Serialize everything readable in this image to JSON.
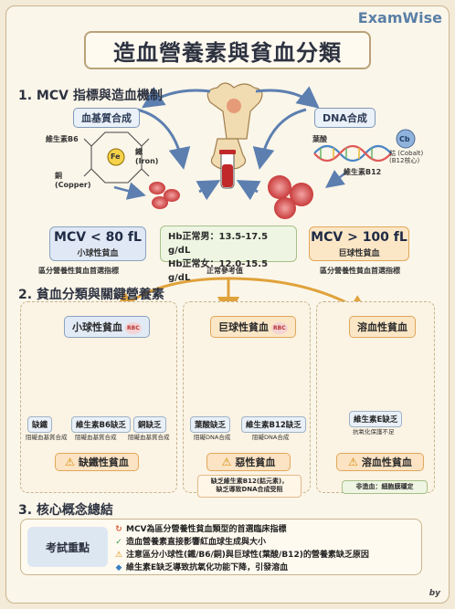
{
  "brand": "ExamWise",
  "title": "造血營養素與貧血分類",
  "section1": {
    "heading": "1. MCV 指標與造血機制",
    "heme_tag": "血基質合成",
    "dna_tag": "DNA合成",
    "vit_b6": "維生素B6",
    "copper": "銅\n(Copper)",
    "iron": "鐵\n(Iron)",
    "fe": "Fe",
    "folate": "葉酸",
    "cobalt": "鈷 (Cobalt)\n(B12核心)",
    "cb": "Cb",
    "vit_b12": "維生素B12",
    "mcv_low": "MCV < 80 fL",
    "mcv_low_sub": "小球性貧血",
    "mcv_low_caption": "區分營養性貧血首選指標",
    "hb_male": "Hb正常男：13.5-17.5 g/dL",
    "hb_female": "Hb正常女：12.0-15.5 g/dL",
    "hb_caption": "正常參考值",
    "mcv_high": "MCV > 100 fL",
    "mcv_high_sub": "巨球性貧血",
    "mcv_high_caption": "區分營養性貧血首選指標"
  },
  "section2": {
    "heading": "2. 貧血分類與關鍵營養素",
    "rbc": "RBC",
    "micro": {
      "label": "小球性貧血",
      "items": [
        {
          "label": "缺鐵",
          "sub": "阻礙血基質合成"
        },
        {
          "label": "維生素B6缺乏",
          "sub": "阻礙血基質合成"
        },
        {
          "label": "銅缺乏",
          "sub": "阻礙血基質合成"
        }
      ],
      "result": "缺鐵性貧血"
    },
    "macro": {
      "label": "巨球性貧血",
      "items": [
        {
          "label": "葉酸缺乏",
          "sub": "阻礙DNA合成"
        },
        {
          "label": "維生素B12缺乏",
          "sub": "阻礙DNA合成"
        }
      ],
      "result": "惡性貧血",
      "note": "缺乏維生素B12(鈷元素)，\n缺乏導致DNA合成受阻"
    },
    "hemo": {
      "label": "溶血性貧血",
      "item": {
        "label": "維生素E缺乏",
        "sub": "抗氧化保護不足"
      },
      "result": "溶血性貧血",
      "note": "非造血：細胞膜穩定"
    }
  },
  "section3": {
    "heading": "3. 核心概念總結",
    "label": "考試重點",
    "lines": [
      "MCV為區分營養性貧血類型的首選臨床指標",
      "造血營養素直接影響紅血球生成與大小",
      "注意區分小球性(鐵/B6/銅)與巨球性(葉酸/B12)的營養素缺乏原因",
      "維生素E缺乏導致抗氧化功能下降，引發溶血"
    ]
  },
  "by": "by"
}
